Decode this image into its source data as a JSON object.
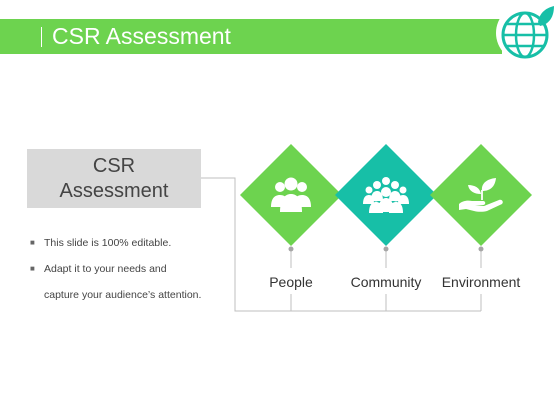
{
  "header": {
    "title": "CSR Assessment"
  },
  "csr_box": {
    "line1": "CSR",
    "line2": "Assessment"
  },
  "bullets": {
    "item1": "This slide is 100% editable.",
    "item2_line1": "Adapt it to your needs and",
    "item2_line2": "capture your audience’s attention."
  },
  "pillars": [
    {
      "label": "People",
      "icon": "people-icon",
      "color": "#6dd34f"
    },
    {
      "label": "Community",
      "icon": "community-icon",
      "color": "#17bfa7"
    },
    {
      "label": "Environment",
      "icon": "plant-in-hand-icon",
      "color": "#6dd34f"
    }
  ],
  "logo": {
    "icon": "globe-leaf-icon",
    "color": "#17bfa7"
  },
  "colors": {
    "accent_green": "#6dd34f",
    "accent_teal": "#17bfa7",
    "connector": "#bfbfbf"
  }
}
